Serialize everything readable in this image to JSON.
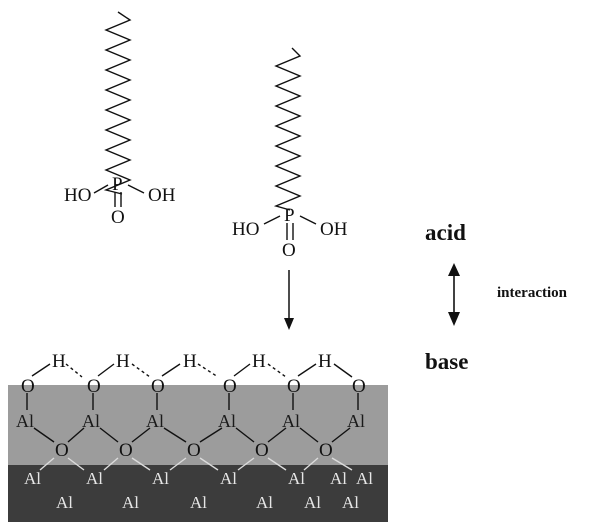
{
  "labels": {
    "acid": "acid",
    "interaction": "interaction",
    "base": "base"
  },
  "molecule_left": {
    "ho": "HO",
    "p": "P",
    "oh": "OH",
    "o": "O"
  },
  "molecule_right": {
    "ho": "HO",
    "p": "P",
    "oh": "OH",
    "o": "O"
  },
  "surface": {
    "hydrogens": [
      "H",
      "H",
      "H",
      "H",
      "H"
    ],
    "hydroxyl_oxygens": [
      "O",
      "O",
      "O",
      "O",
      "O",
      "O"
    ],
    "upper_al": [
      "Al",
      "Al",
      "Al",
      "Al",
      "Al",
      "Al"
    ],
    "bridging_oxygens": [
      "O",
      "O",
      "O",
      "O",
      "O"
    ],
    "bulk_al_row1": [
      "Al",
      "Al",
      "Al",
      "Al",
      "Al",
      "Al",
      "Al"
    ],
    "bulk_al_row2": [
      "Al",
      "Al",
      "Al",
      "Al",
      "Al",
      "Al"
    ]
  },
  "colors": {
    "upper_layer": "#9c9c9c",
    "bulk_layer": "#3c3c3c",
    "ink": "#111111"
  }
}
